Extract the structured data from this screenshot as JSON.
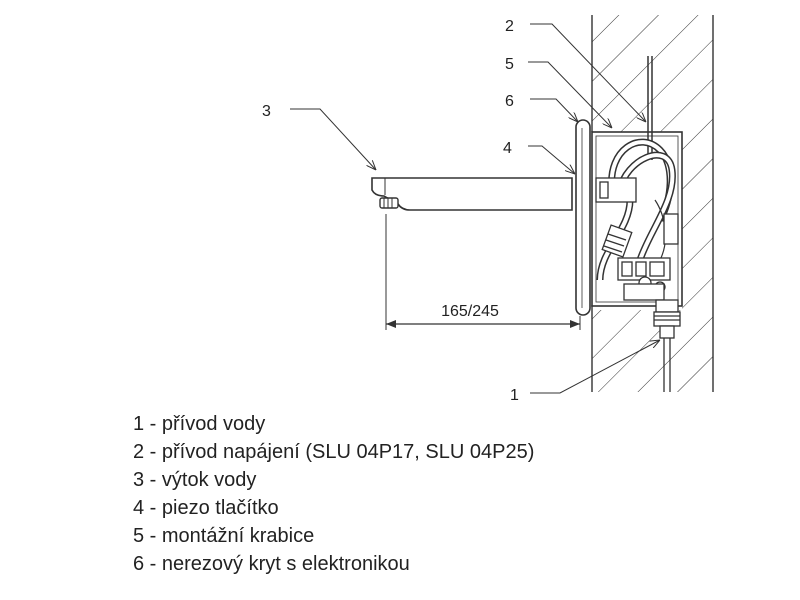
{
  "diagram": {
    "callouts": [
      "1",
      "2",
      "3",
      "4",
      "5",
      "6"
    ],
    "dimension_label": "165/245"
  },
  "legend": {
    "items": [
      "1 - přívod vody",
      "2 - přívod napájení (SLU 04P17, SLU 04P25)",
      "3 - výtok vody",
      "4 - piezo tlačítko",
      "5 - montážní krabice",
      "6 - nerezový kryt s elektronikou"
    ]
  }
}
